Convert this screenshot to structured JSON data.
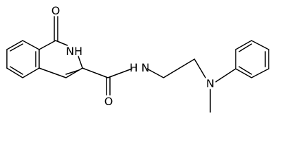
{
  "molecule": {
    "atoms": [
      {
        "id": "o_carbonyl_ring",
        "label": "O"
      },
      {
        "id": "nh_ring",
        "label": "NH"
      },
      {
        "id": "nh_amide",
        "label": "H N"
      },
      {
        "id": "o_amide",
        "label": "O"
      },
      {
        "id": "n_amine",
        "label": "N"
      }
    ]
  }
}
